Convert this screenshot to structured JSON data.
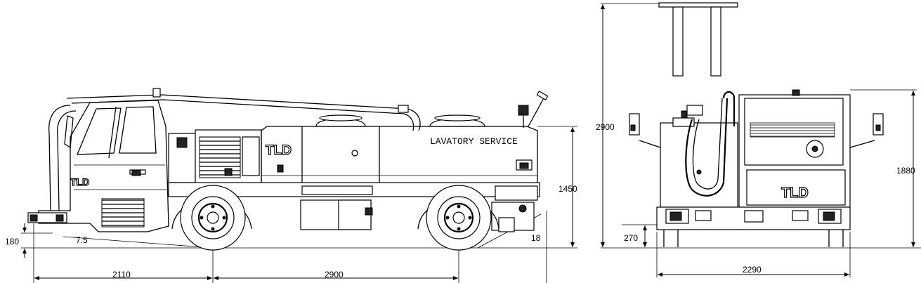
{
  "side_view": {
    "logo_cab": "TLD",
    "logo_body": "TLD",
    "tank_label": "LAVATORY SERVICE",
    "dims": {
      "ground_clearance_front": "180",
      "approach_angle": "7.5",
      "front_overhang": "2110",
      "wheelbase": "2900",
      "body_height": "1450",
      "departure_angle": "18"
    }
  },
  "rear_view": {
    "logo": "TLD",
    "dims": {
      "overall_height": "2900",
      "body_height": "1880",
      "bumper_height": "270",
      "overall_width": "2290"
    }
  }
}
